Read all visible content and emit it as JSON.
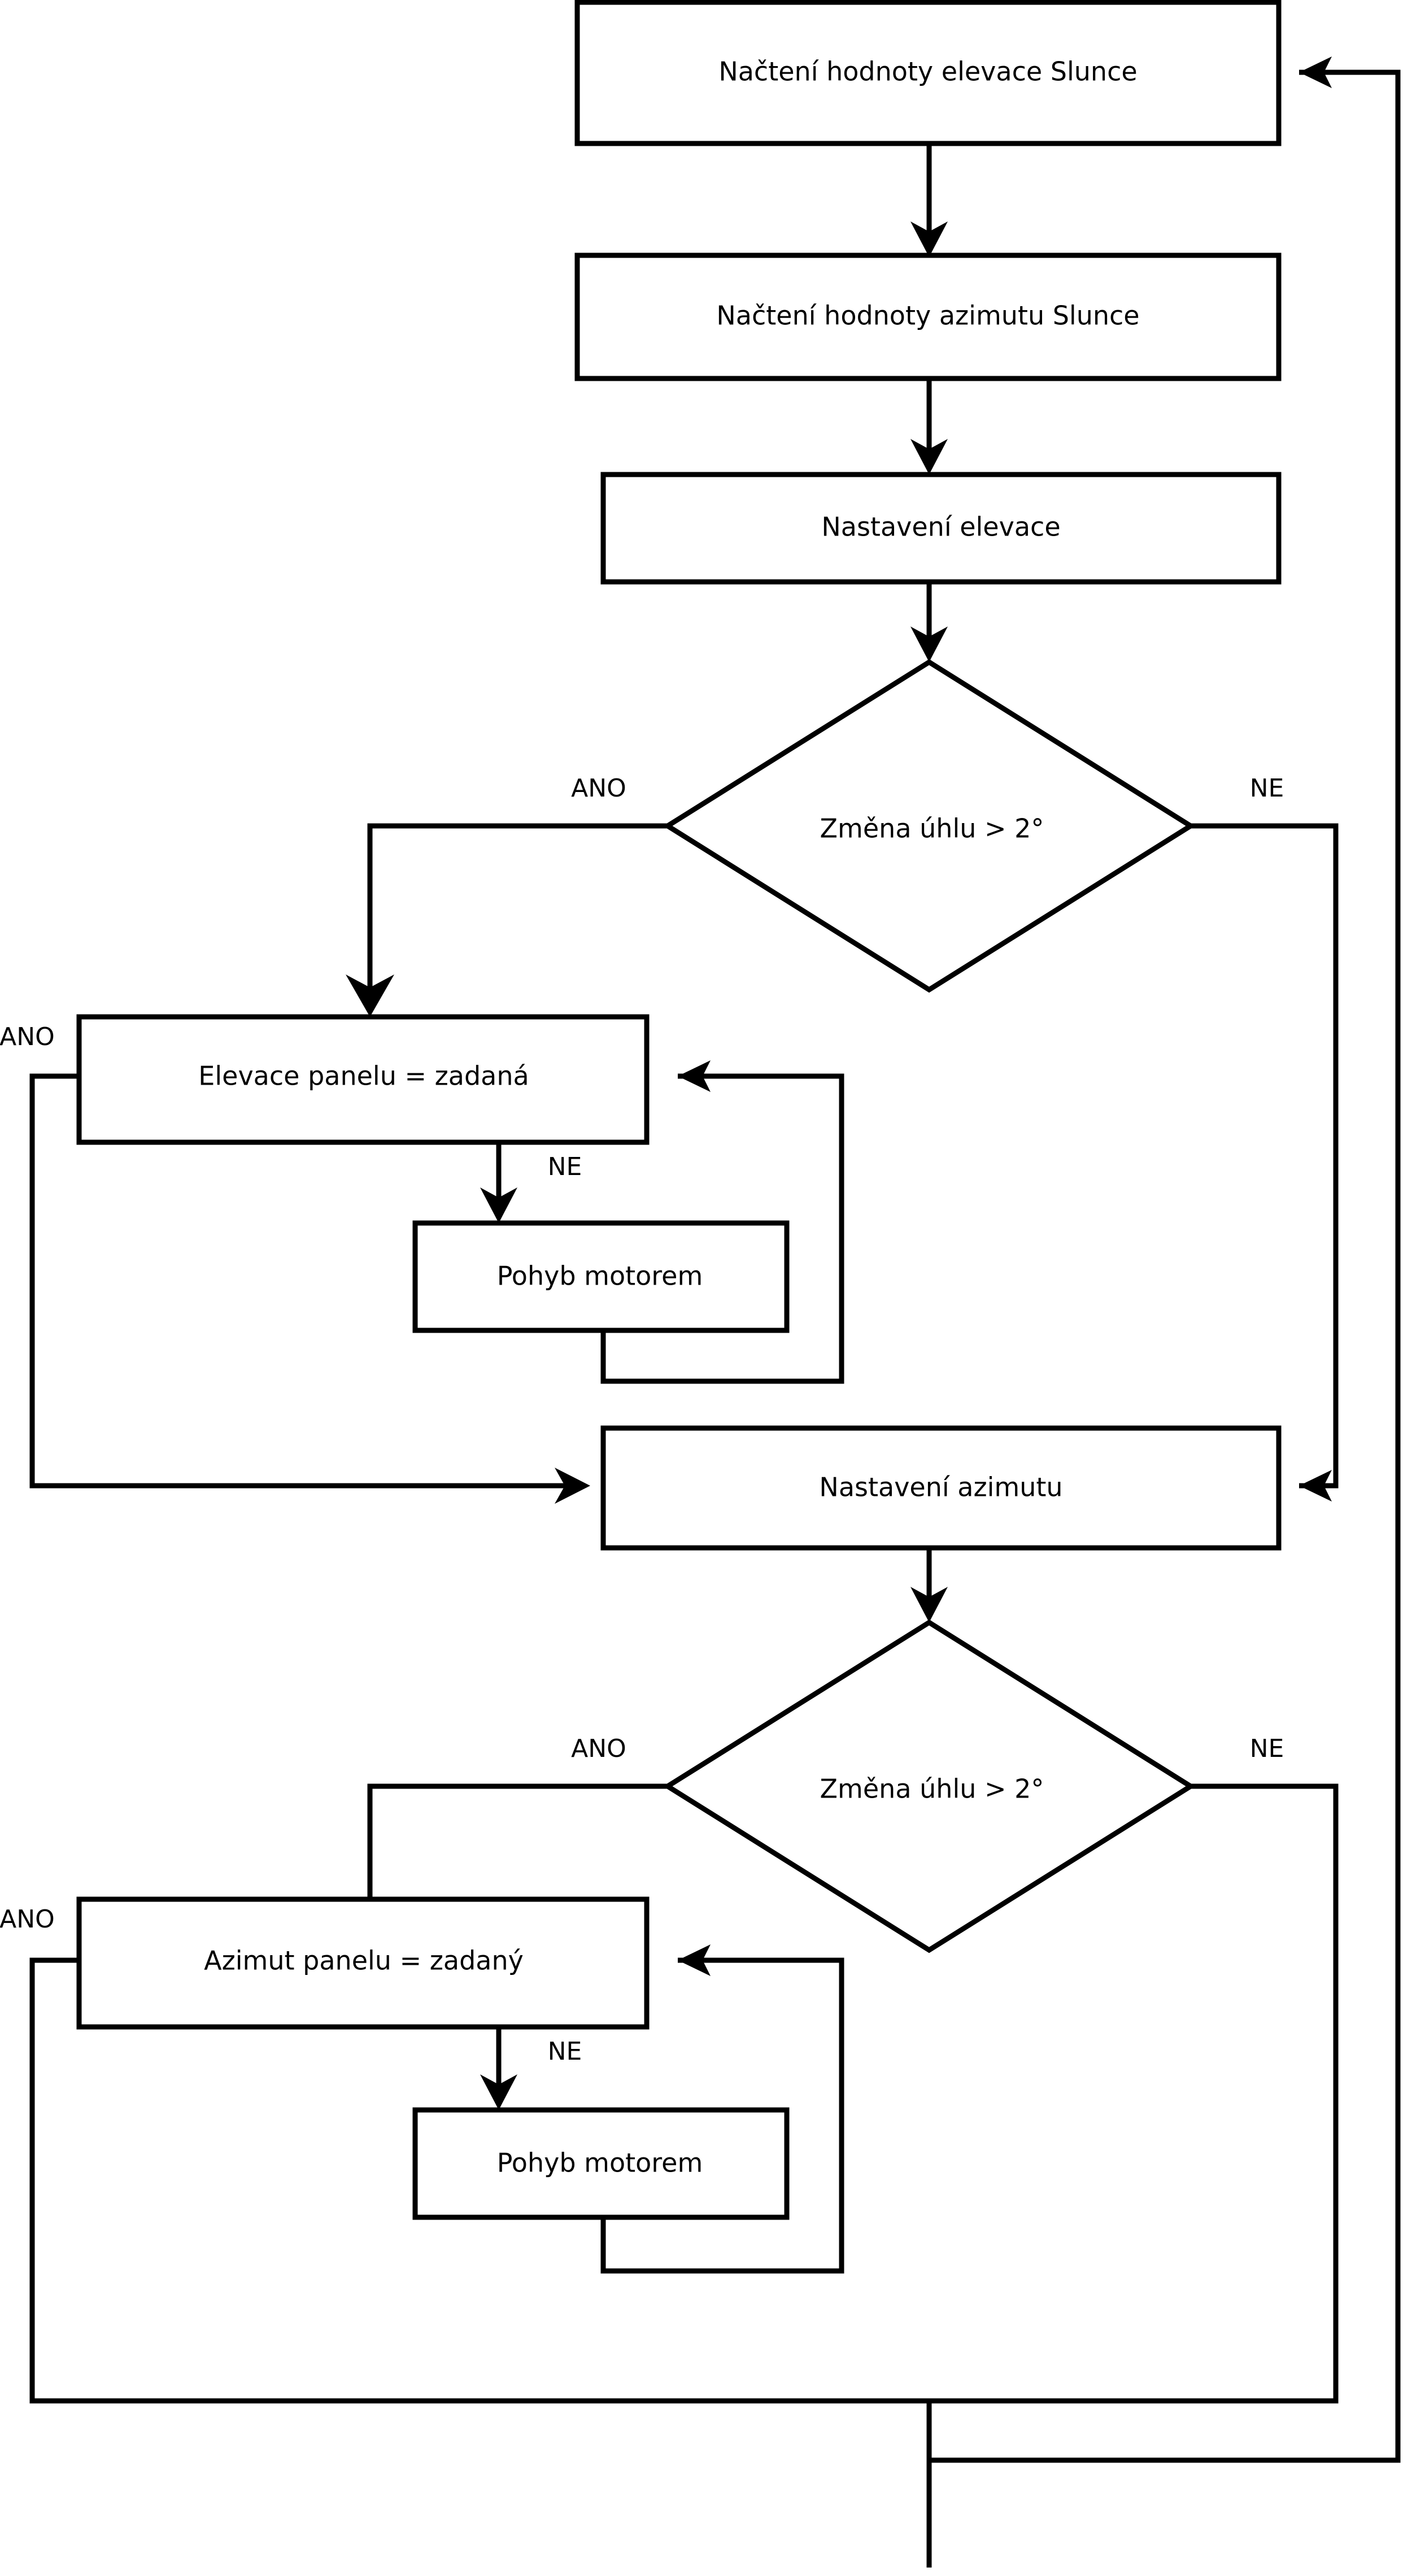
{
  "diagram": {
    "type": "flowchart",
    "language": "cs",
    "orientation": "top-to-bottom",
    "background_color": "#ffffff",
    "line_color": "#000000",
    "text_color": "#000000"
  },
  "nodes": {
    "read_elevation": "Načtení hodnoty elevace Slunce",
    "read_azimuth": "Načtení hodnoty azimutu Slunce",
    "set_elevation": "Nastavení elevace",
    "decision_elevation": "Změna úhlu > 2°",
    "panel_elevation_set": "Elevace panelu = zadaná",
    "motor_move_elevation": "Pohyb motorem",
    "set_azimuth": "Nastavení azimutu",
    "decision_azimuth": "Změna úhlu > 2°",
    "panel_azimuth_set": "Azimut panelu = zadaný",
    "motor_move_azimuth": "Pohyb motorem"
  },
  "edge_labels": {
    "dec_elev_yes": "ANO",
    "dec_elev_no": "NE",
    "elev_panel_yes": "ANO",
    "elev_panel_no": "NE",
    "dec_azim_yes": "ANO",
    "dec_azim_no": "NE",
    "azim_panel_yes": "ANO",
    "azim_panel_no": "NE"
  }
}
